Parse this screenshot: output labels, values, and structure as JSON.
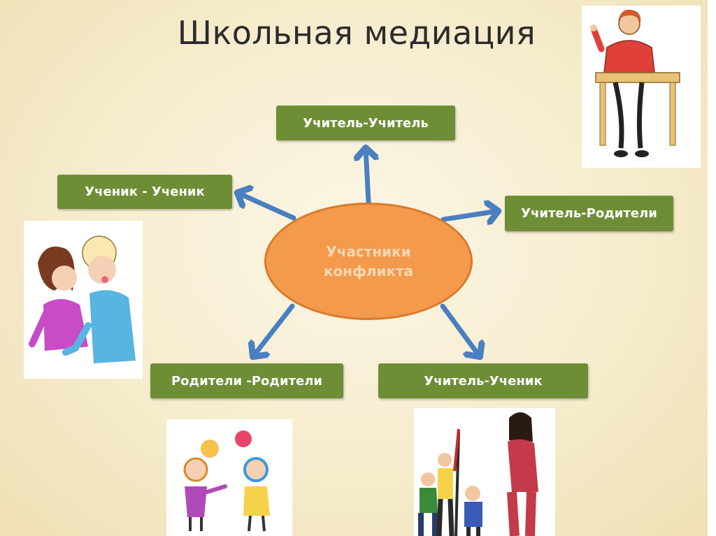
{
  "title": "Школьная медиация",
  "center": {
    "line1": "Участники",
    "line2": "конфликта"
  },
  "nodes": {
    "teacher_teacher": "Учитель-Учитель",
    "student_student": "Ученик - Ученик",
    "teacher_parents": "Учитель-Родители",
    "parents_parents": "Родители -Родители",
    "teacher_student": "Учитель-Ученик"
  },
  "colors": {
    "node_green": "#6d8e35",
    "center_orange": "#f39a4c",
    "arrow_blue": "#4a7fc1"
  },
  "illustrations": [
    "teacher-at-desk-illustration",
    "two-children-illustration",
    "arguing-kids-illustration",
    "teacher-with-students-illustration"
  ]
}
